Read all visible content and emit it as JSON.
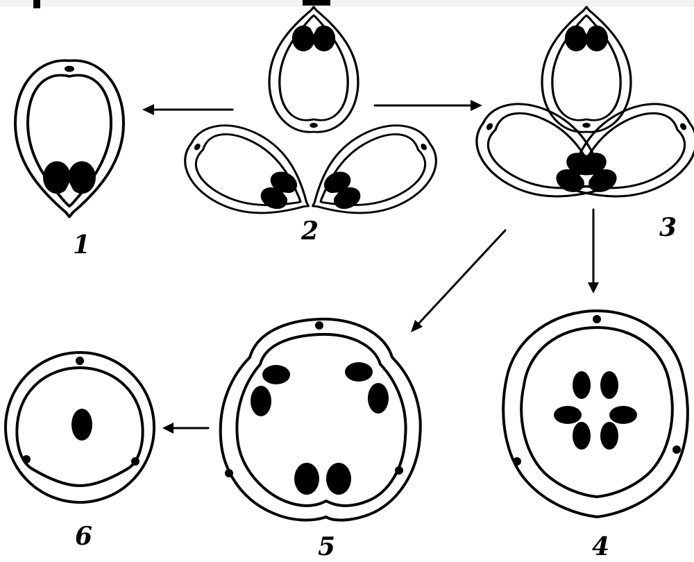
{
  "figure": {
    "labels": {
      "l1": "1",
      "l2": "2",
      "l3": "3",
      "l4": "4",
      "l5": "5",
      "l6": "6"
    },
    "colors": {
      "ink": "#000000",
      "paper": "#ffffff"
    }
  }
}
